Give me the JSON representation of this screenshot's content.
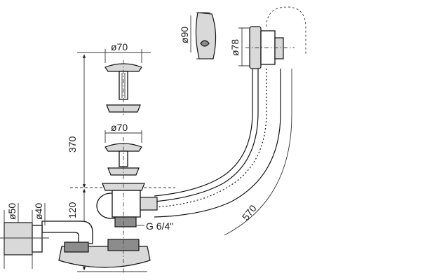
{
  "dimensions": {
    "d70_top": "ø70",
    "d70_mid": "ø70",
    "d90": "ø90",
    "d78": "ø78",
    "h370": "370",
    "h120": "120",
    "d50": "ø50",
    "d40": "ø40",
    "thread": "G 6/4\"",
    "len570": "570"
  },
  "colors": {
    "line": "#111111",
    "part_fill": "#d9d9d9",
    "dark_fill": "#8c8c8c"
  }
}
